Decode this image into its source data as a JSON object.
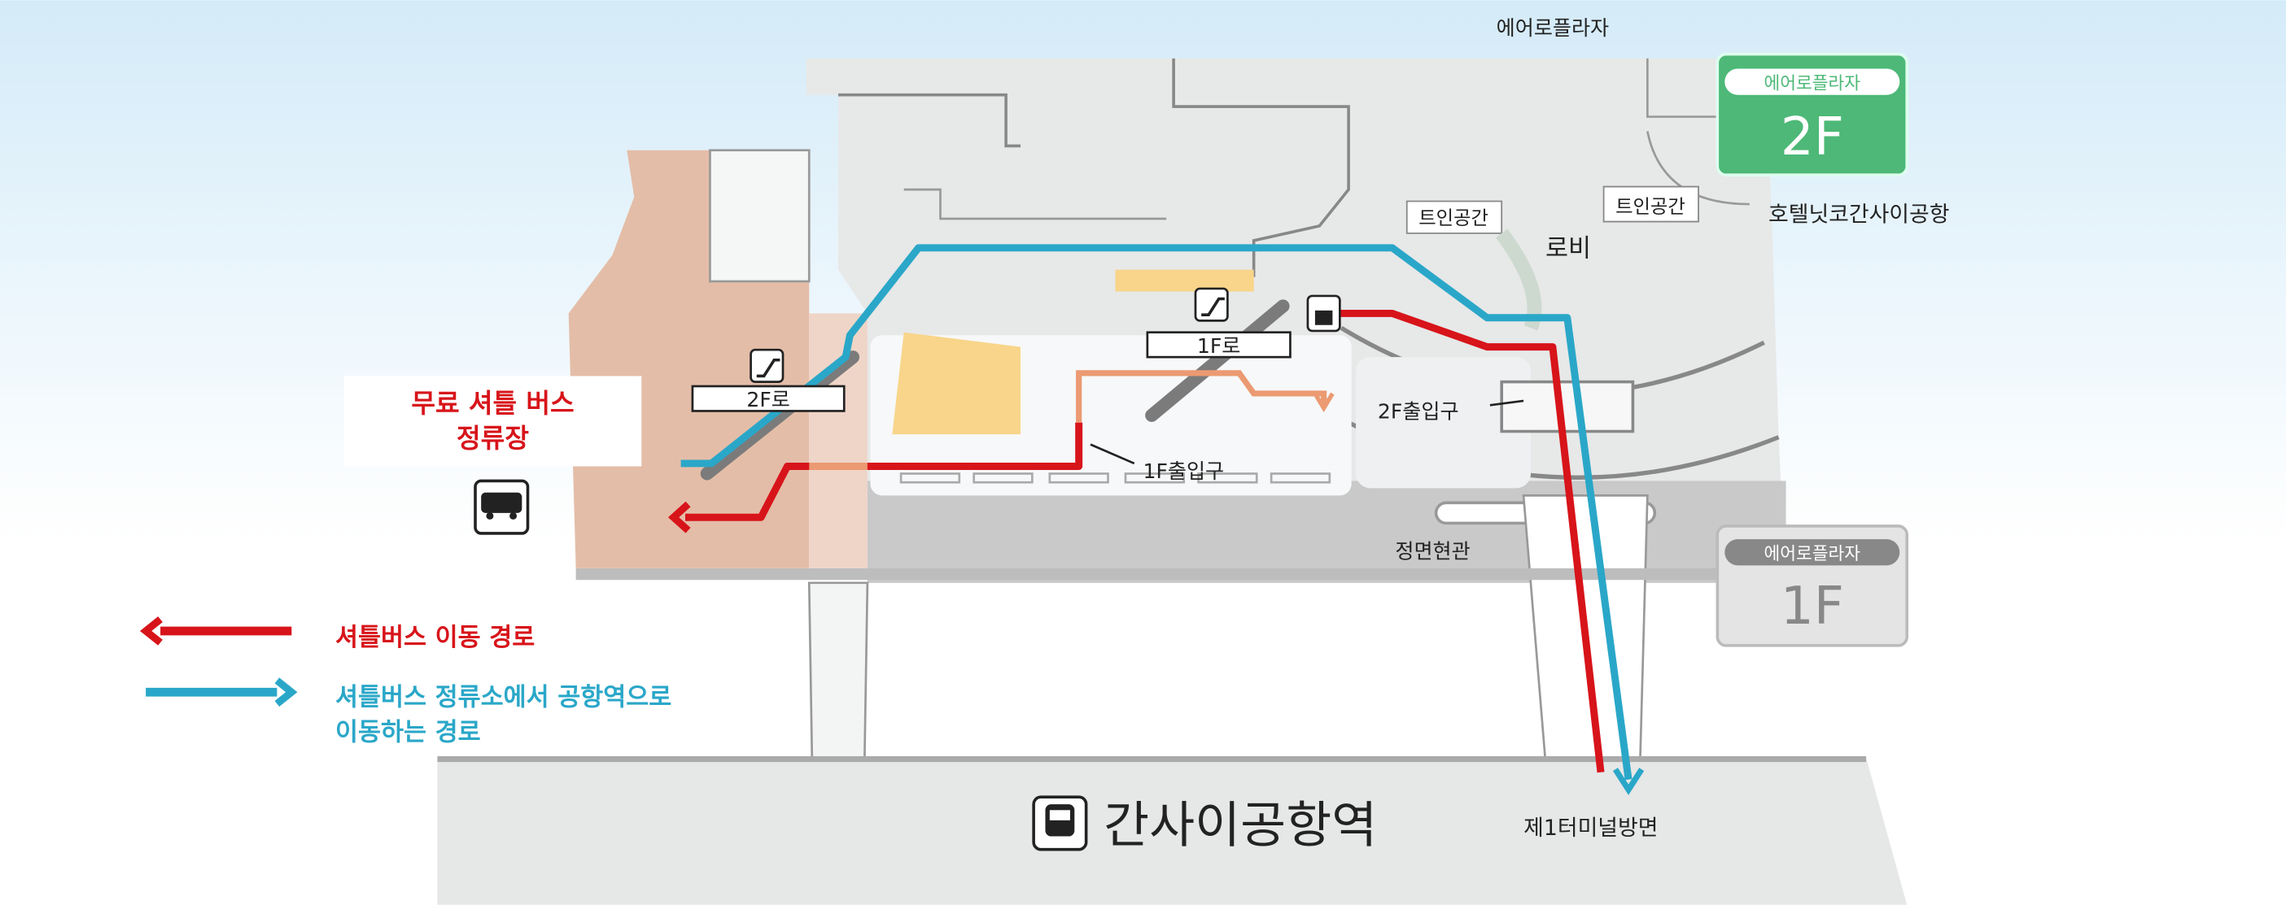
{
  "map": {
    "top_label": "에어로플라자",
    "hotel_label": "호텔닛코간사이공항",
    "lobby_label": "로비",
    "open_space_1": "트인공간",
    "open_space_2": "트인공간",
    "escalator_2f_label": "2F로",
    "escalator_1f_label": "1F로",
    "entrance_1f": "1F출입구",
    "entrance_2f": "2F출입구",
    "main_entrance": "정면현관",
    "shuttle_stop_line1": "무료 셔틀 버스",
    "shuttle_stop_line2": "정류장",
    "station_name": "간사이공항역",
    "terminal_direction": "제1터미널방면"
  },
  "floor_badges": {
    "upper": {
      "name": "에어로플라자",
      "floor": "2F",
      "color": "#4db877"
    },
    "lower": {
      "name": "에어로플라자",
      "floor": "1F",
      "color": "#e4e4e4"
    }
  },
  "legend": [
    {
      "label": "셔틀버스 이동 경로",
      "color": "#d7141a",
      "direction": "left"
    },
    {
      "label_line1": "셔틀버스 정류소에서 공항역으로",
      "label_line2": "이동하는 경로",
      "color": "#2aa7c8",
      "direction": "right"
    }
  ],
  "icons": [
    "escalator-icon",
    "elevator-icon",
    "bus-icon",
    "train-icon"
  ]
}
